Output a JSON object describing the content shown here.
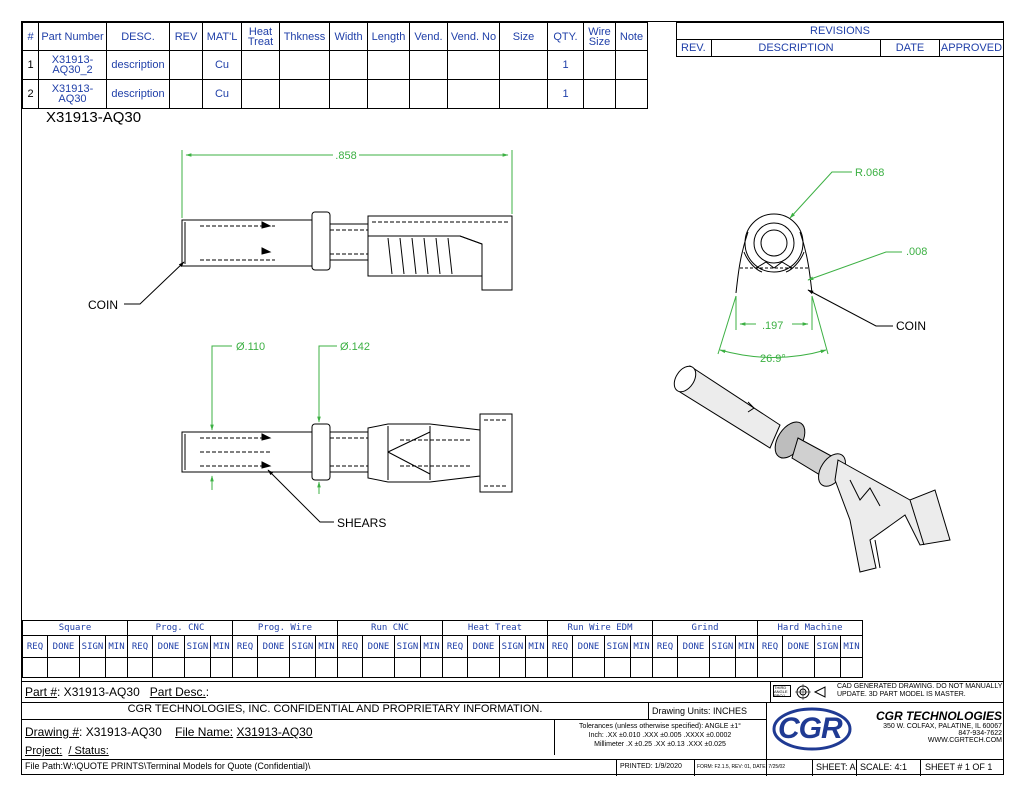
{
  "bom": {
    "headers": [
      "#",
      "Part Number",
      "DESC.",
      "REV",
      "MAT'L",
      "Heat\nTreat",
      "Thkness",
      "Width",
      "Length",
      "Vend.",
      "Vend. No",
      "Size",
      "QTY.",
      "Wire\nSize",
      "Note"
    ],
    "rows": [
      {
        "num": "1",
        "part": "X31913-AQ30_2",
        "desc": "description",
        "mat": "Cu",
        "qty": "1"
      },
      {
        "num": "2",
        "part": "X31913-AQ30",
        "desc": "description",
        "mat": "Cu",
        "qty": "1"
      }
    ]
  },
  "revisions": {
    "title": "REVISIONS",
    "headers": [
      "REV.",
      "DESCRIPTION",
      "DATE",
      "APPROVED"
    ]
  },
  "part_title": "X31913-AQ30",
  "dims": {
    "length": ".858",
    "coin": "COIN",
    "dia1": "Ø.110",
    "dia2": "Ø.142",
    "shears": "SHEARS",
    "radius": "R.068",
    "gap": ".008",
    "width": ".197",
    "angle": "26.9°",
    "coin2": "COIN"
  },
  "steps": {
    "groups": [
      "Square",
      "Prog. CNC",
      "Prog. Wire",
      "Run CNC",
      "Heat Treat",
      "Run Wire EDM",
      "Grind",
      "Hard Machine"
    ],
    "subs": [
      "REQ",
      "DONE",
      "SIGN",
      "MIN"
    ]
  },
  "title_block": {
    "part_label": "Part #",
    "part_value": ": X31913-AQ30",
    "desc_label": "Part Desc.",
    "desc_value": ":",
    "cad_note": "CAD GENERATED DRAWING. DO NOT MANUALLY UPDATE. 3D PART MODEL IS MASTER.",
    "third_angle": "THIRD ANGLE PROJ.",
    "confidential": "CGR TECHNOLOGIES, INC. CONFIDENTIAL AND PROPRIETARY INFORMATION.",
    "units": "Drawing Units: INCHES",
    "drawing_label": "Drawing #",
    "drawing_value": ": X31913-AQ30",
    "file_label": "File Name:",
    "file_value": "X31913-AQ30",
    "tol1": "Tolerances (unless otherwise specified): ANGLE ±1°",
    "tol2": "Inch: .XX ±0.010 .XXX ±0.005 .XXXX ±0.0002",
    "tol3": "Millimeter .X ±0.25 .XX ±0.13 .XXX ±0.025",
    "project_label": "Project:",
    "status_label": "/ Status:",
    "logo": "CGR",
    "company": "CGR TECHNOLOGIES",
    "address": "350 W. COLFAX, PALATINE, IL 60067",
    "phone": "847-934-7622",
    "web": "WWW.CGRTECH.COM",
    "file_path": "File Path:W:\\QUOTE PRINTS\\Terminal Models for Quote (Confidential)\\",
    "printed": "PRINTED: 1/9/2020",
    "form": "FORM: F2.1.5, REV: 01, DATE: 7/25/02",
    "sheet": "SHEET: A",
    "scale": "SCALE: 4:1",
    "sheet_num": "SHEET # 1 OF 1"
  },
  "colors": {
    "dimension": "#3cb043",
    "text_blue": "#1f3fa8",
    "logo_blue": "#1f3a93"
  }
}
